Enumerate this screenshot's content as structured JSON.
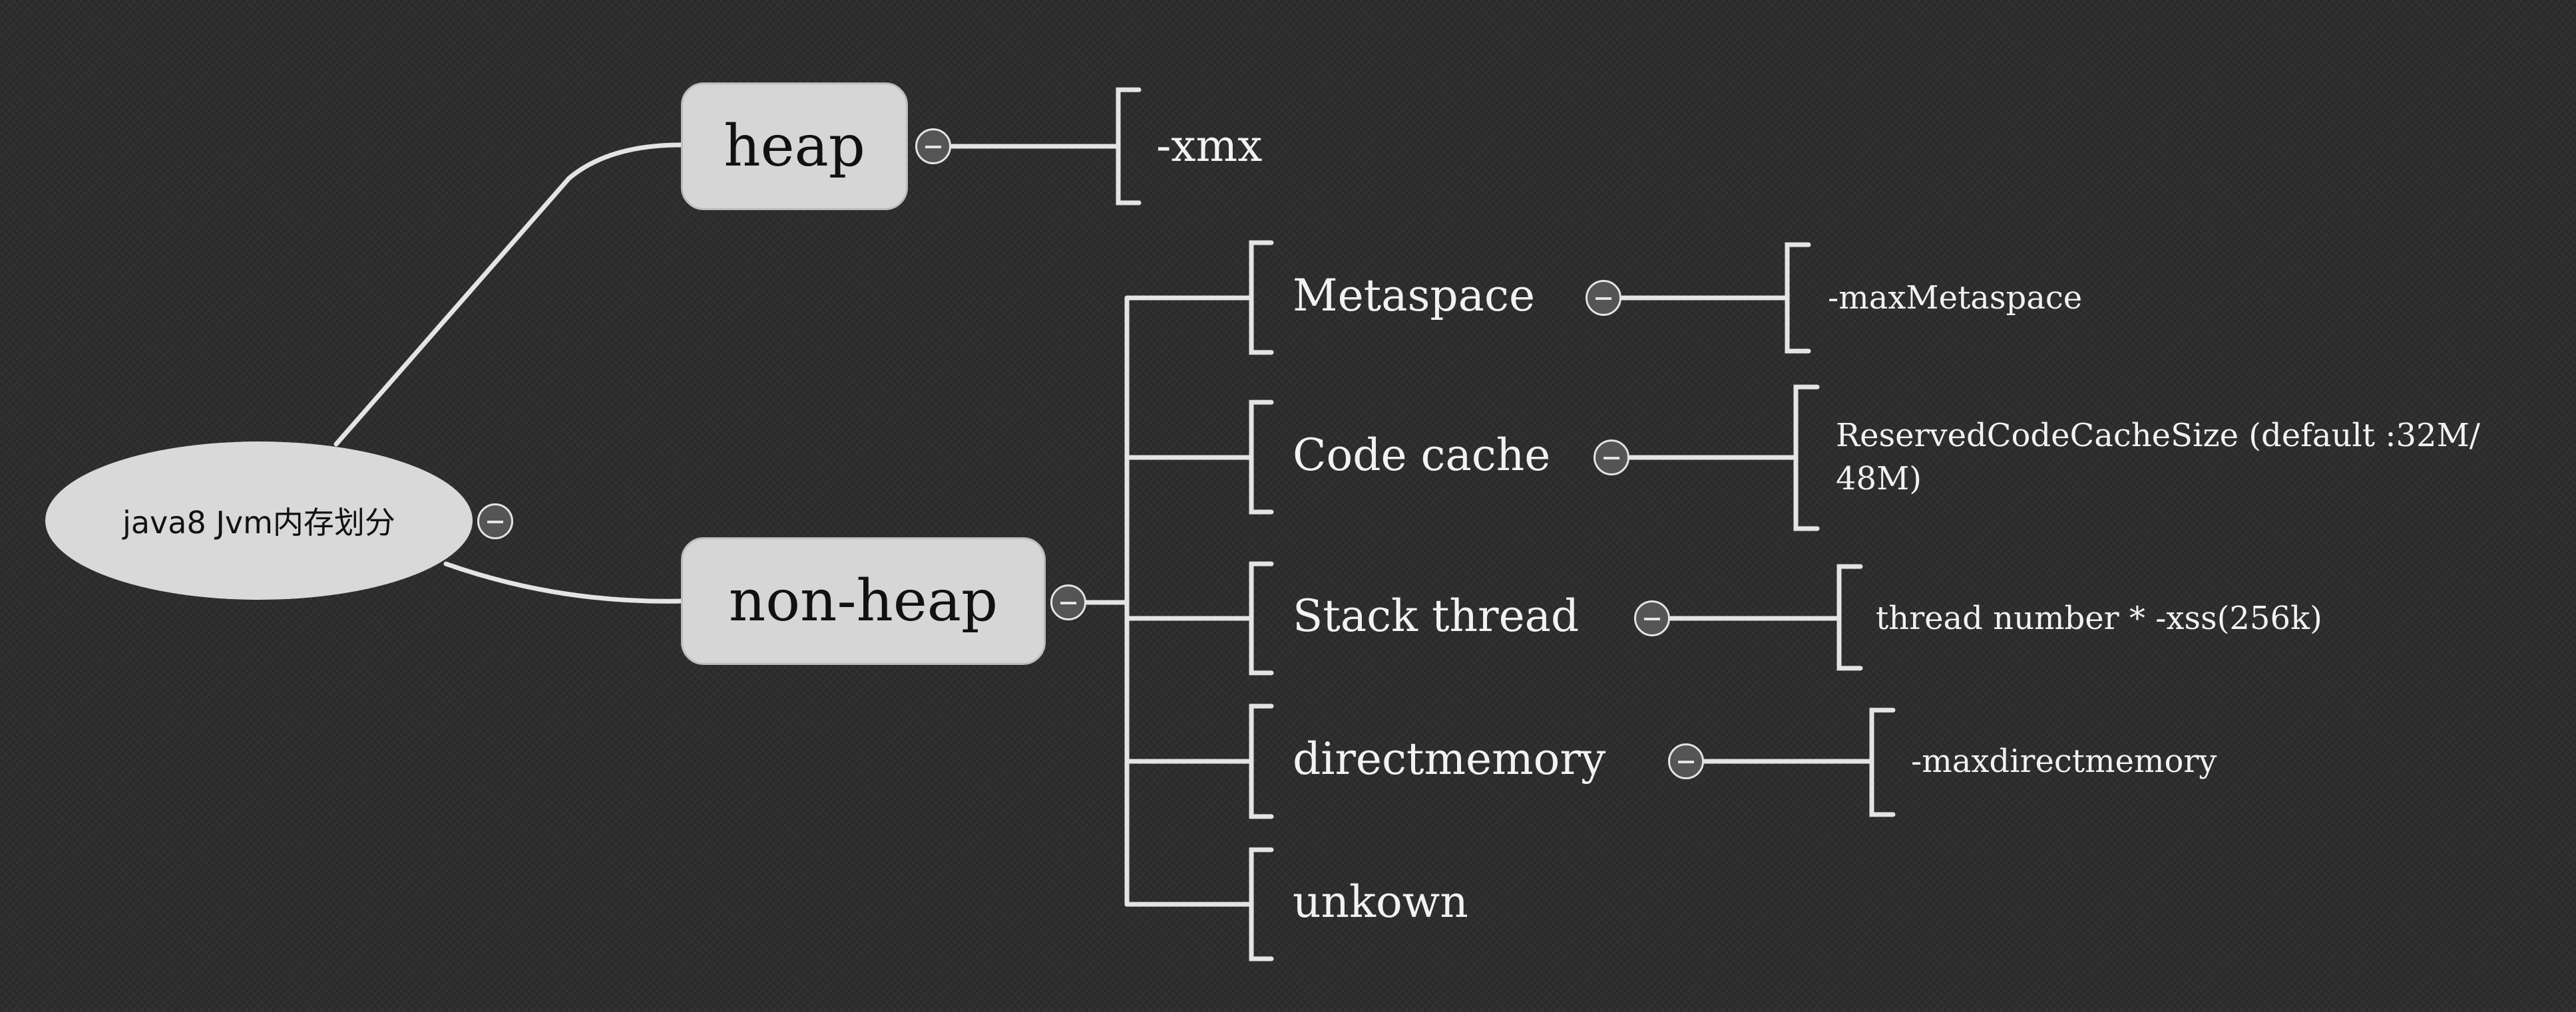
{
  "root": {
    "label": "java8 Jvm内存划分"
  },
  "heap": {
    "label": "heap",
    "children": [
      {
        "label": "-xmx"
      }
    ]
  },
  "non_heap": {
    "label": "non-heap",
    "children": [
      {
        "label": "Metaspace",
        "detail": "-maxMetaspace"
      },
      {
        "label": "Code cache",
        "detail_line1": "ReservedCodeCacheSize (default :32M/",
        "detail_line2": "48M)"
      },
      {
        "label": "Stack thread",
        "detail": "thread number * -xss(256k)"
      },
      {
        "label": "directmemory",
        "detail": "-maxdirectmemory"
      },
      {
        "label": "unkown"
      }
    ]
  },
  "colors": {
    "background": "#2e2e2e",
    "line": "#e4e4e4",
    "node_fill": "#d6d6d6"
  }
}
